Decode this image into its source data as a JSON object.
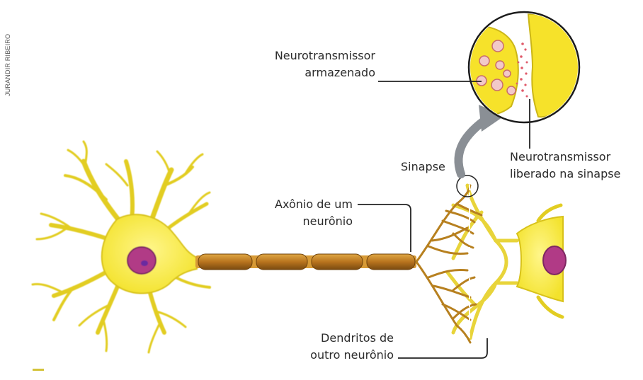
{
  "credit": "JURANDIR RIBEIRO",
  "labels": {
    "neurotransmissor_armazenado": [
      "Neurotransmissor",
      "armazenado"
    ],
    "sinapse": "Sinapse",
    "neurotransmissor_liberado": [
      "Neurotransmissor",
      "liberado na sinapse"
    ],
    "axonio": [
      "Axônio de um",
      "neurônio"
    ],
    "dendritos": [
      "Dendritos de",
      "outro neurônio"
    ]
  },
  "colors": {
    "cell_body": "#f6ea3c",
    "cell_outline": "#d8c21a",
    "nucleus": "#b13a86",
    "axon": "#c98a2a",
    "axon_dark": "#8a5510",
    "arrow": "#8a8f95",
    "leader_line": "#222222"
  }
}
